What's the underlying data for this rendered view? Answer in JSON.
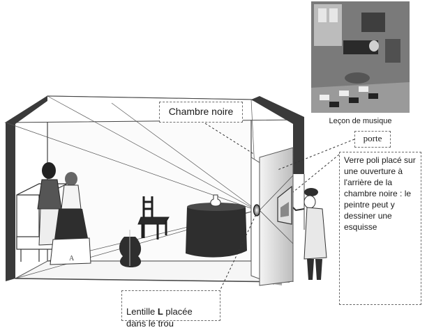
{
  "labels": {
    "chambre_noire": "Chambre noire",
    "porte": "porte",
    "verre": "Verre poli placé sur une ouverture à l'arrière de la chambre noire : le peintre peut y dessiner une esquisse",
    "lentille_pre": "Lentille ",
    "lentille_bold": "L",
    "lentille_post": " placée\ndans le trou",
    "painting_caption": "Leçon de musique",
    "statuette_mark": "A"
  },
  "colors": {
    "ink": "#1a1a1a",
    "wall_dark": "#3a3a3a",
    "table_cloth": "#2e2e2e",
    "box_border": "#6b6b6b",
    "photo_bg": "#7a7a7a"
  }
}
